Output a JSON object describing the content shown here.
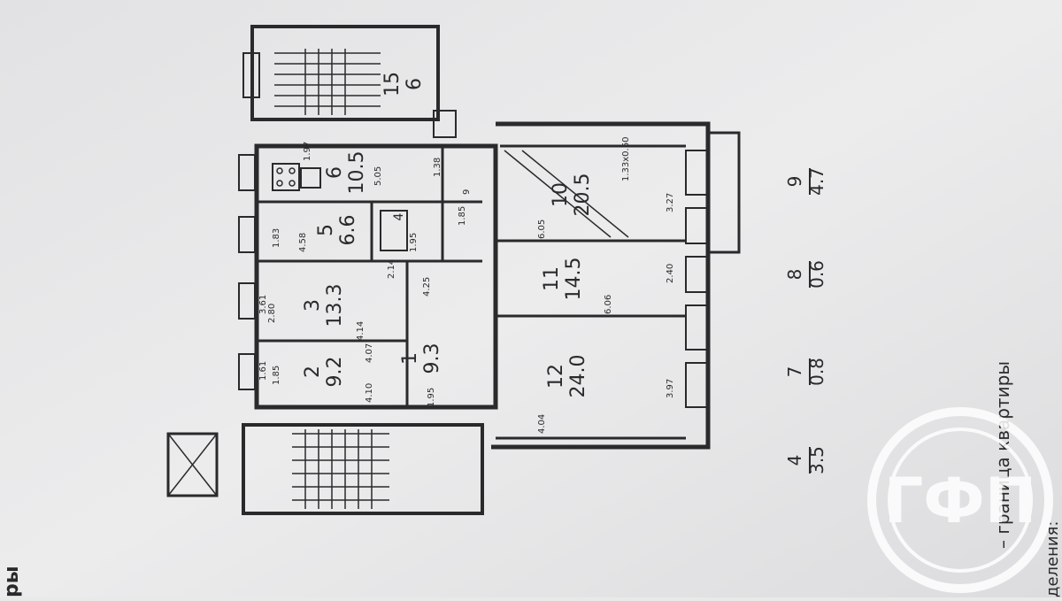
{
  "plan": {
    "rooms": [
      {
        "id": "1",
        "area": "9.3"
      },
      {
        "id": "2",
        "area": "9.2"
      },
      {
        "id": "3",
        "area": "13.3"
      },
      {
        "id": "4",
        "area": ""
      },
      {
        "id": "5",
        "area": "6.6"
      },
      {
        "id": "6",
        "area": "10.5"
      },
      {
        "id": "10",
        "area": "20.5"
      },
      {
        "id": "11",
        "area": "14.5"
      },
      {
        "id": "12",
        "area": "24.0"
      },
      {
        "id": "15",
        "area": "6"
      }
    ],
    "dimensions": {
      "d_505": "5.05",
      "d_197": "1.97",
      "d_183": "1.83",
      "d_458": "4.58",
      "d_195": "1.95",
      "d_214": "2.14",
      "d_185": "1.85",
      "d_361": "3.61",
      "d_280": "2.80",
      "d_425": "4.25",
      "d_414": "4.14",
      "d_161": "1.61",
      "d_407": "4.07",
      "d_410": "4.10",
      "d_195b": "1.95",
      "d_605": "6.05",
      "d_327": "3.27",
      "d_240": "2.40",
      "d_606": "6.06",
      "d_397": "3.97",
      "d_404": "4.04",
      "d_138": "1.38",
      "d_133": "1.33x0.60",
      "d_9": "9"
    }
  },
  "legend": {
    "items": [
      {
        "num": "4",
        "area": "3.5"
      },
      {
        "num": "7",
        "area": "0.8"
      },
      {
        "num": "8",
        "area": "0.6"
      },
      {
        "num": "9",
        "area": "4.7"
      }
    ],
    "boundary_label": "– граница квартиры",
    "partial_text": "деления:",
    "edge_text": "ры"
  },
  "watermark": {
    "letters": "ГФП"
  },
  "colors": {
    "paper": "#e9e9ea",
    "ink": "#2a2a2c",
    "watermark": "#ffffff"
  }
}
